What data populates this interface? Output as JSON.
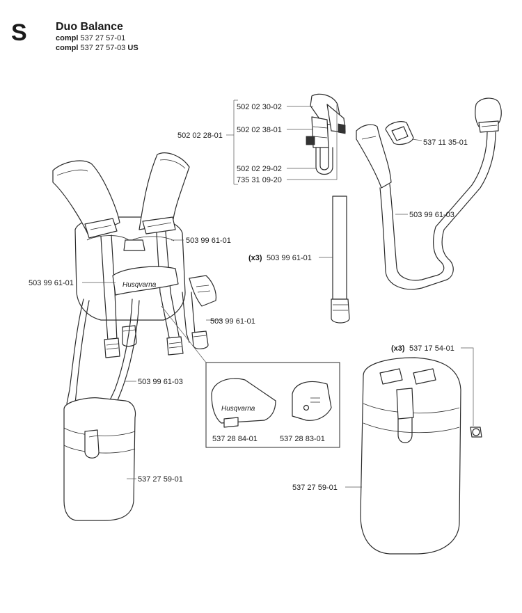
{
  "header": {
    "section_letter": "S",
    "title": "Duo Balance",
    "lines": [
      {
        "prefix": "compl",
        "number": "537 27 57-01",
        "suffix": ""
      },
      {
        "prefix": "compl",
        "number": "537 27 57-03",
        "suffix": "US"
      }
    ]
  },
  "callouts": {
    "hook_group": "502 02 28-01",
    "hook_cap": "502 02 30-02",
    "hook_body": "502 02 38-01",
    "hook_clip": "502 02 29-02",
    "hook_screw": "735 31 09-20",
    "buckle": "537 11 35-01",
    "long_strap": "503 99 61-03",
    "short_strap_qty": "(x3)",
    "short_strap": "503 99 61-01",
    "harness_strap_top": "503 99 61-01",
    "harness_strap_left": "503 99 61-01",
    "harness_strap_right": "503 99 61-01",
    "harness_strap_lower": "503 99 61-03",
    "bag_left": "537 27 59-01",
    "bag_right": "537 27 59-01",
    "screw_qty": "(x3)",
    "screw": "537 17 54-01",
    "clip_left": "537 28 84-01",
    "clip_right": "537 28 83-01"
  },
  "logo": {
    "text": "Husqvarna"
  }
}
